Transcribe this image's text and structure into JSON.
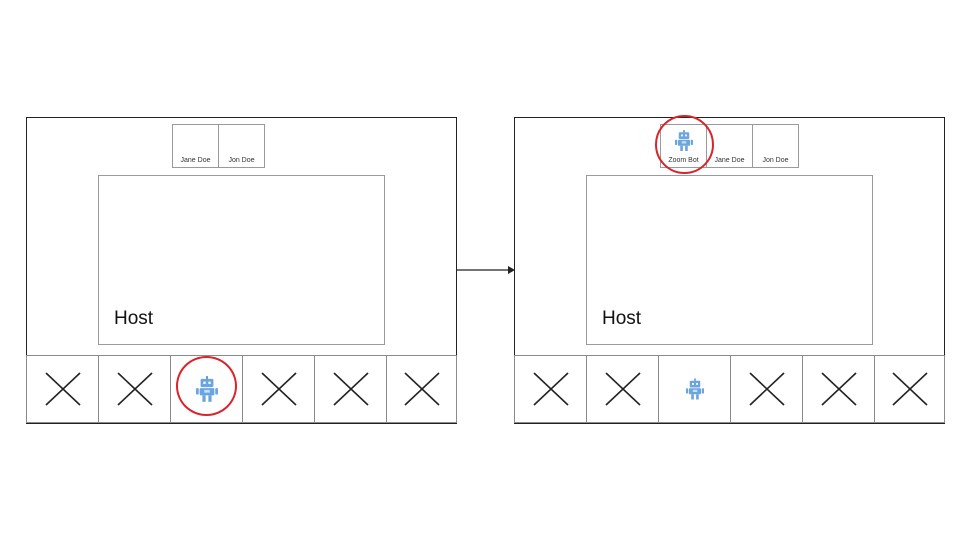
{
  "before": {
    "participants": [
      "Jane Doe",
      "Jon Doe"
    ],
    "stage_label": "Host",
    "toolbar": [
      "close-icon",
      "close-icon",
      "robot-icon",
      "close-icon",
      "close-icon",
      "close-icon"
    ],
    "highlighted": "toolbar robot button"
  },
  "after": {
    "participants": [
      "Zoom Bot",
      "Jane Doe",
      "Jon Doe"
    ],
    "stage_label": "Host",
    "toolbar": [
      "close-icon",
      "close-icon",
      "robot-icon",
      "close-icon",
      "close-icon",
      "close-icon"
    ],
    "highlighted": "Zoom Bot thumbnail"
  },
  "colors": {
    "highlight_ring": "#d9242b",
    "robot": "#6aa5df",
    "frame": "#222222"
  }
}
